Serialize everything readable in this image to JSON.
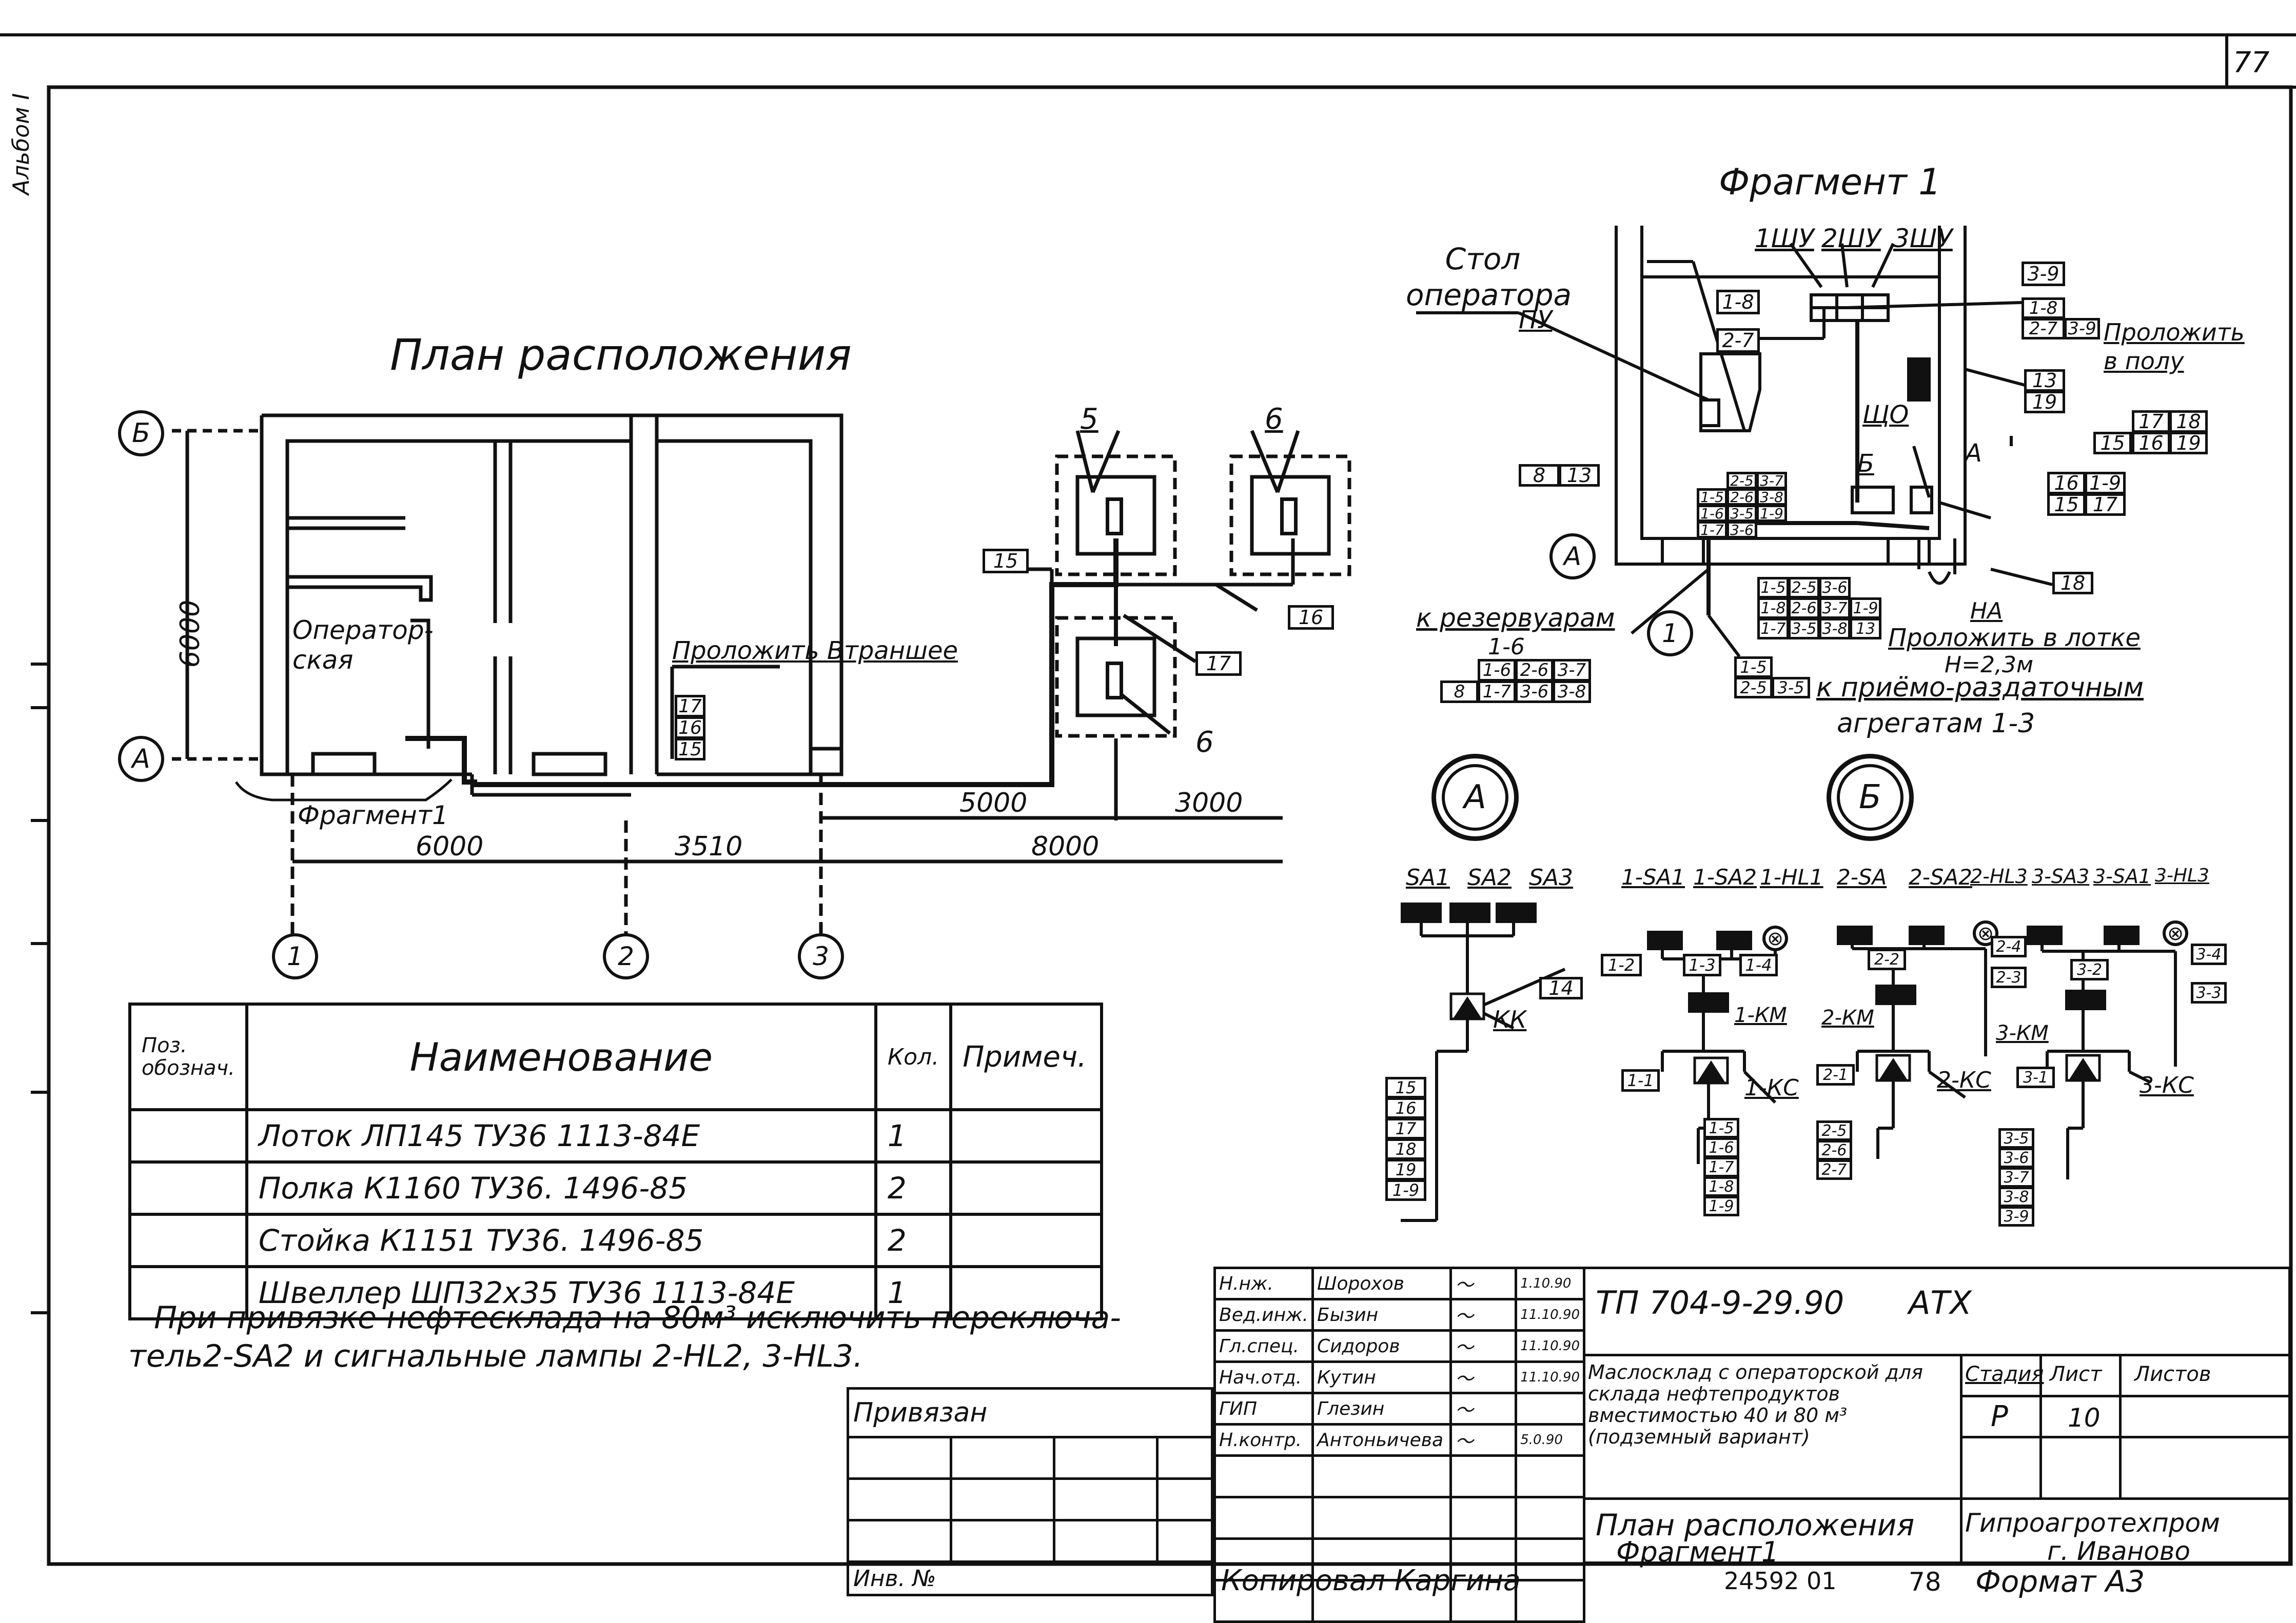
{
  "sheet": {
    "page_number": "77",
    "side_margin_text": "Альбом I",
    "copied_by": "Копировал Каргина",
    "archive_number": "24592 01",
    "archive_sheet": "78",
    "format": "Формат А3"
  },
  "plan": {
    "title": "План расположения",
    "axis_b": "Б",
    "axis_a": "А",
    "axis_1": "1",
    "axis_2": "2",
    "axis_3": "3",
    "dim_height": "6000",
    "dim_6000": "6000",
    "dim_3510": "3510",
    "dim_8000": "8000",
    "dim_5000": "5000",
    "dim_3000": "3000",
    "room_label": "Оператор-ская",
    "lay_label": "Проложить Втраншее",
    "lay_items": [
      "17",
      "16",
      "15"
    ],
    "fragment_label": "Фрагмент1",
    "tank_label_5": "5",
    "tank_label_6a": "6",
    "tank_label_6b": "6",
    "cable_15": "15",
    "cable_16": "16",
    "cable_17": "17"
  },
  "fragment": {
    "title": "Фрагмент 1",
    "panels": [
      "1ШУ",
      "2ШУ",
      "3ШУ"
    ],
    "table_label": "Стол оператора",
    "pu_label": "ПУ",
    "box_3_9": "3-9",
    "box_1_8": "1-8",
    "box_2_7": "2-7",
    "right_top": [
      "1-8",
      "2-7",
      "3-9"
    ],
    "lay_floor": "Проложить в полу",
    "shchO": "ЩО",
    "b_label": "Б",
    "a_label": "А",
    "ha_label": "НА",
    "box_13_19": [
      "13",
      "19"
    ],
    "grid_17_18": [
      "17",
      "18",
      "15",
      "16",
      "19"
    ],
    "grid_16_1_9": [
      "16",
      "1-9",
      "15",
      "17"
    ],
    "box_18": "18",
    "left_8_13": [
      "8",
      "13"
    ],
    "center_grid": [
      "2-5",
      "3-7",
      "1-5",
      "2-6",
      "3-8",
      "1-6",
      "3-5",
      "1-9",
      "1-7",
      "3-6"
    ],
    "axis_1": "1",
    "axis_a": "А",
    "to_tanks": "к резервуарам",
    "to_tanks_sub": "1-6",
    "tanks_grid": [
      "1-6",
      "2-6",
      "3-7",
      "8",
      "1-7",
      "3-6",
      "3-8"
    ],
    "tray_grid": [
      "1-5",
      "2-5",
      "3-6",
      "1-8",
      "2-6",
      "3-7",
      "1-9",
      "1-7",
      "3-5",
      "3-8",
      "13"
    ],
    "lay_tray": "Проложить в лотке",
    "h_label": "H=2,3м",
    "recv_grid": [
      "1-5",
      "2-5",
      "3-5"
    ],
    "recv_label": "к приёмо-раздаточным",
    "recv_label2": "агрегатам 1-3"
  },
  "schemes": {
    "circle_a": "А",
    "circle_b": "Б",
    "a_switches": [
      "SA1",
      "SA2",
      "SA3"
    ],
    "a_box_14": "14",
    "a_kk": "КК",
    "a_list": [
      "15",
      "16",
      "17",
      "18",
      "19",
      "1-9"
    ],
    "b1_labels": [
      "1-SA1",
      "1-SA2",
      "1-HL1"
    ],
    "b1_boxes": [
      "1-2",
      "1-3",
      "1-4"
    ],
    "b1_km": "1-КМ",
    "b1_in": "1-1",
    "b1_kc": "1-КС",
    "b1_list": [
      "1-5",
      "1-6",
      "1-7",
      "1-8",
      "1-9"
    ],
    "b2_labels": [
      "2-SA",
      "2-SA2",
      "2-HL3"
    ],
    "b2_boxes": [
      "2-4",
      "2-3",
      "2-2"
    ],
    "b2_km": "2-КМ",
    "b2_in": "2-1",
    "b2_kc": "2-КС",
    "b2_list": [
      "2-5",
      "2-6",
      "2-7"
    ],
    "b3_labels": [
      "3-SA3",
      "3-SA1",
      "3-HL3"
    ],
    "b3_boxes": [
      "3-2",
      "3-4",
      "3-3"
    ],
    "b3_km": "3-КМ",
    "b3_in": "3-1",
    "b3_kc": "3-КС",
    "b3_list": [
      "3-5",
      "3-6",
      "3-7",
      "3-8",
      "3-9"
    ]
  },
  "spec_table": {
    "headers": [
      "Поз. обознач.",
      "Наименование",
      "Кол.",
      "Примеч."
    ],
    "rows": [
      {
        "pos": "",
        "name": "Лоток ЛП145 ТУ36 1113-84Е",
        "qty": "1",
        "note": ""
      },
      {
        "pos": "",
        "name": "Полка К1160 ТУ36. 1496-85",
        "qty": "2",
        "note": ""
      },
      {
        "pos": "",
        "name": "Стойка К1151 ТУ36. 1496-85",
        "qty": "2",
        "note": ""
      },
      {
        "pos": "",
        "name": "Швеллер ШП32х35 ТУ36 1113-84Е",
        "qty": "1",
        "note": ""
      }
    ]
  },
  "note_text": {
    "line1": "При привязке нефтесклада на 80м³ исключить переключа-",
    "line2": "тель2-SA2 и сигнальные лампы 2-HL2, 3-HL3."
  },
  "binding": {
    "label": "Привязан",
    "inv": "Инв. №"
  },
  "stamp": {
    "roles": [
      {
        "role": "Н.нж.",
        "name": "Шорохов",
        "date": "1.10.90"
      },
      {
        "role": "Вед.инж.",
        "name": "Бызин",
        "date": "11.10.90"
      },
      {
        "role": "Гл.спец.",
        "name": "Сидоров",
        "date": "11.10.90"
      },
      {
        "role": "Нач.отд.",
        "name": "Кутин",
        "date": "11.10.90"
      },
      {
        "role": "ГИП",
        "name": "Глезин",
        "date": ""
      },
      {
        "role": "Н.контр.",
        "name": "Антоньичева",
        "date": "5.0.90"
      }
    ],
    "doc_code": "ТП 704-9-29.90",
    "doc_type": "АТХ",
    "object_name": "Маслосклад с операторской для склада нефтепродуктов вместимостью 40 и 80 м³ (подземный вариант)",
    "stage_h": "Стадия",
    "sheet_h": "Лист",
    "sheets_h": "Листов",
    "stage": "Р",
    "sheet": "10",
    "sheets": "",
    "title1": "План расположения",
    "title2": "Фрагмент1",
    "org1": "Гипроагротехпром",
    "org2": "г. Иваново"
  }
}
